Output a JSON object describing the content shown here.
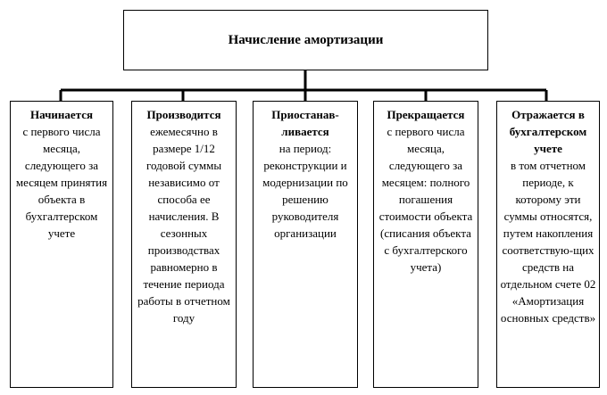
{
  "title": "Начисление амортизации",
  "columns": [
    {
      "head": "Начинается",
      "body": "с первого числа месяца, следующего за месяцем принятия объекта в бухгалтерском учете"
    },
    {
      "head": "Производится",
      "body": "ежемесячно в размере 1/12 годовой суммы независимо от способа ее начисления. В сезонных производствах равномерно в течение периода работы в отчетном году"
    },
    {
      "head": "Приостанав-ливается",
      "body": "на период: реконструкции и модернизации по решению руководителя организации"
    },
    {
      "head": "Прекращается",
      "body": "с первого числа месяца, следующего за месяцем: полного погашения стоимости объекта (списания объекта с бухгалтерского учета)"
    },
    {
      "head": "Отражается в бухгалтерском учете",
      "body": "в том отчетном периоде, к которому эти суммы относятся, путем накопления соответствую-щих средств на отдельном счете 02 «Амортизация основных средств»"
    }
  ]
}
